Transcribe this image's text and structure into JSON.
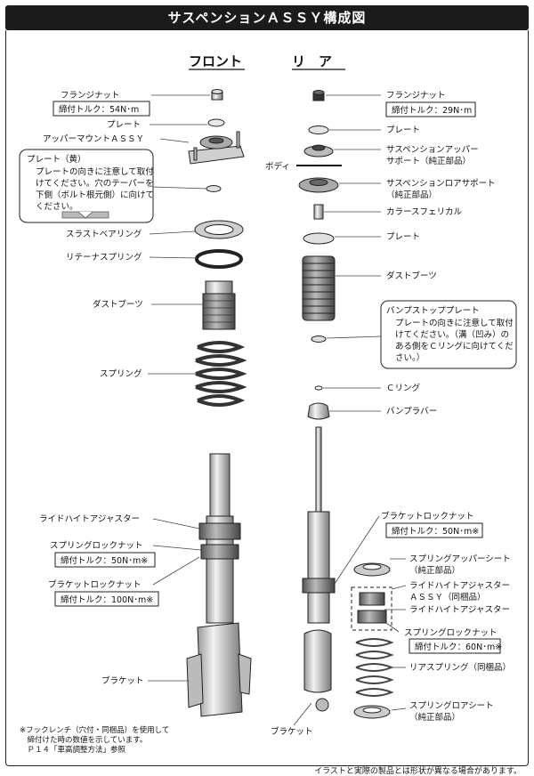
{
  "title": "サスペンションＡＳＳＹ構成図",
  "headings": {
    "front": "フロント",
    "rear": "リ　ア"
  },
  "front": {
    "flange_nut": "フランジナット",
    "flange_nut_torque": "締付トルク：54N･m",
    "plate": "プレート",
    "upper_mount": "アッパーマウントＡＳＳＹ",
    "plate_note_title": "プレート（黄）",
    "plate_note_lines": [
      "プレートの向きに注意して取付",
      "けてください。穴のテーパーを",
      "下側（ボルト根元側）に向けて",
      "ください。"
    ],
    "thrust_bearing": "スラストベアリング",
    "retainer_spring": "リテーナスプリング",
    "dust_boot": "ダストブーツ",
    "spring": "スプリング",
    "ride_height_adjuster": "ライドハイトアジャスター",
    "spring_lock_nut": "スプリングロックナット",
    "spring_lock_torque": "締付トルク：50N･m※",
    "bracket_lock_nut": "ブラケットロックナット",
    "bracket_lock_torque": "締付トルク：100N･m※",
    "bracket": "ブラケット"
  },
  "rear": {
    "flange_nut": "フランジナット",
    "flange_nut_torque": "締付トルク：29N･m",
    "plate": "プレート",
    "body": "ボディ",
    "upper_support": "サスペンションアッパー",
    "upper_support_sub": "サポート（純正部品）",
    "lower_support": "サスペンションロアサポート",
    "lower_support_sub": "（純正部品）",
    "collar": "カラースフェリカル",
    "plate2": "プレート",
    "dust_boot": "ダストブーツ",
    "bump_plate_title": "バンプストッププレート",
    "bump_plate_lines": [
      "プレートの向きに注意して取付",
      "けてください。（溝（凹み）の",
      "ある側をＣリングに向けてくだ",
      "さい。）"
    ],
    "c_ring": "Ｃリング",
    "bump_rubber": "バンプラバー",
    "bracket_lock_nut": "ブラケットロックナット",
    "bracket_lock_torque": "締付トルク：50N･m※",
    "spring_upper_seat": "スプリングアッパーシート",
    "spring_upper_seat_sub": "（純正部品）",
    "rh_adjuster_assy": "ライドハイトアジャスター",
    "rh_adjuster_assy_sub": "ＡＳＳＹ（同梱品）",
    "rh_adjuster": "ライドハイトアジャスター",
    "spring_lock_nut": "スプリングロックナット",
    "spring_lock_torque": "締付トルク：60N･m※",
    "rear_spring": "リアスプリング（同梱品）",
    "spring_lower_seat": "スプリングロアシート",
    "spring_lower_seat_sub": "（純正部品）",
    "bracket": "ブラケット"
  },
  "note_lines": [
    "※フックレンチ（穴付・同梱品）を使用して",
    "　締付けた時の数値を示しています。",
    "　Ｐ１４「車高調整方法」参照"
  ],
  "disclaimer": "イラストと実際の製品とは形状が異なる場合があります。"
}
